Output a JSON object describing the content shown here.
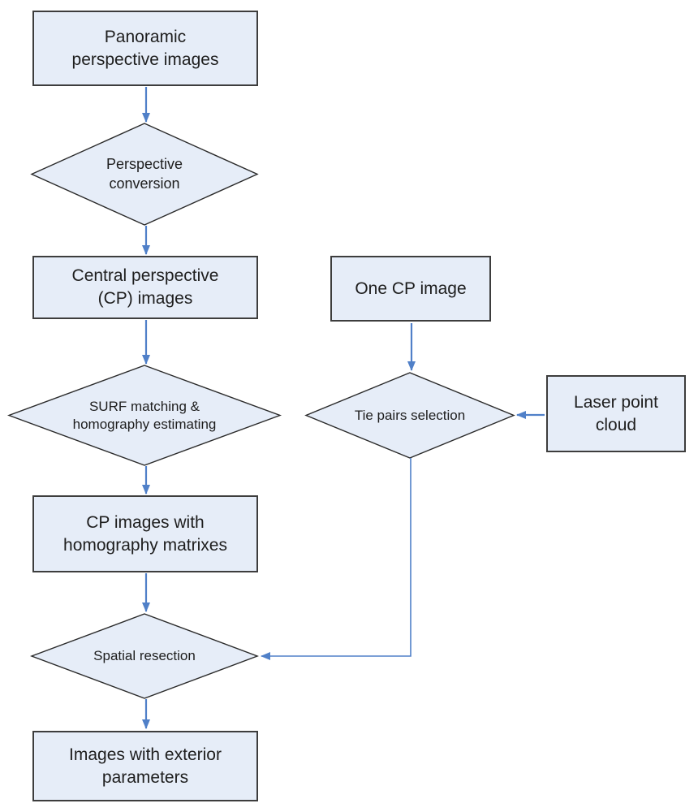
{
  "diagram": {
    "type": "flowchart",
    "colors": {
      "background": "#ffffff",
      "node_fill": "#e6edf8",
      "box_border": "#3d3d3d",
      "diamond_border": "#2a2a2a",
      "arrow": "#5080c8",
      "text": "#1e1e1e"
    },
    "nodes": {
      "panoramic_images": {
        "label": "Panoramic perspective images",
        "shape": "rectangle"
      },
      "perspective_conversion": {
        "label": "Perspective conversion",
        "shape": "diamond"
      },
      "central_perspective_images": {
        "label": "Central perspective (CP) images",
        "shape": "rectangle"
      },
      "surf_matching": {
        "label": "SURF matching & homography estimating",
        "shape": "diamond"
      },
      "cp_images_homography": {
        "label": "CP images with homography matrixes",
        "shape": "rectangle"
      },
      "spatial_resection": {
        "label": "Spatial resection",
        "shape": "diamond"
      },
      "images_exterior": {
        "label": "Images with exterior parameters",
        "shape": "rectangle"
      },
      "one_cp_image": {
        "label": "One CP image",
        "shape": "rectangle"
      },
      "tie_pairs_selection": {
        "label": "Tie pairs selection",
        "shape": "diamond"
      },
      "laser_point_cloud": {
        "label": "Laser point cloud",
        "shape": "rectangle"
      }
    },
    "edges": [
      {
        "from": "panoramic_images",
        "to": "perspective_conversion"
      },
      {
        "from": "perspective_conversion",
        "to": "central_perspective_images"
      },
      {
        "from": "central_perspective_images",
        "to": "surf_matching"
      },
      {
        "from": "surf_matching",
        "to": "cp_images_homography"
      },
      {
        "from": "cp_images_homography",
        "to": "spatial_resection"
      },
      {
        "from": "spatial_resection",
        "to": "images_exterior"
      },
      {
        "from": "one_cp_image",
        "to": "tie_pairs_selection"
      },
      {
        "from": "laser_point_cloud",
        "to": "tie_pairs_selection"
      },
      {
        "from": "tie_pairs_selection",
        "to": "spatial_resection"
      }
    ]
  }
}
